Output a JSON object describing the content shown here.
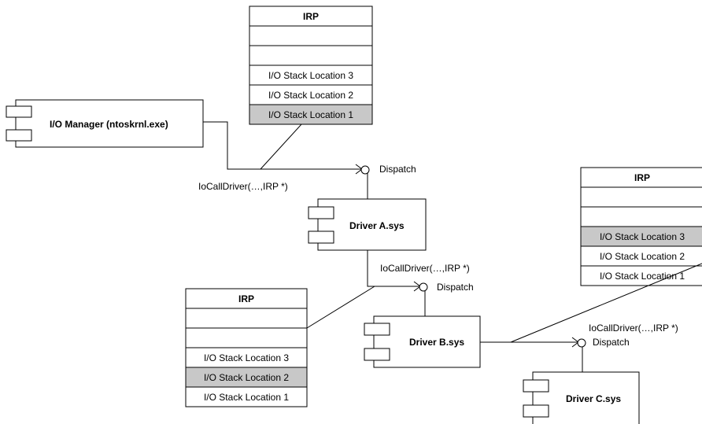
{
  "irp_stacks": [
    {
      "title": "IRP",
      "rows": [
        "",
        "",
        "I/O Stack Location 3",
        "I/O Stack Location 2",
        "I/O Stack Location 1"
      ],
      "current_location": "I/O Stack Location 1"
    },
    {
      "title": "IRP",
      "rows": [
        "",
        "",
        "I/O Stack Location 3",
        "I/O Stack Location 2",
        "I/O Stack Location 1"
      ],
      "current_location": "I/O Stack Location 3"
    },
    {
      "title": "IRP",
      "rows": [
        "",
        "",
        "I/O Stack Location 3",
        "I/O Stack Location 2",
        "I/O Stack Location 1"
      ],
      "current_location": "I/O Stack Location 2"
    }
  ],
  "components": {
    "io_manager": "I/O Manager (ntoskrnl.exe)",
    "driver_a": "Driver A.sys",
    "driver_b": "Driver B.sys",
    "driver_c": "Driver C.sys"
  },
  "calls": {
    "manager_to_a": "IoCallDriver(…,IRP *)",
    "a_to_b": "IoCallDriver(…,IRP *)",
    "b_to_c": "IoCallDriver(…,IRP *)"
  },
  "interfaces": {
    "a": "Dispatch",
    "b": "Dispatch",
    "c": "Dispatch"
  },
  "colors": {
    "highlight": "#c8c8c8",
    "line": "#000000",
    "background": "#ffffff"
  }
}
